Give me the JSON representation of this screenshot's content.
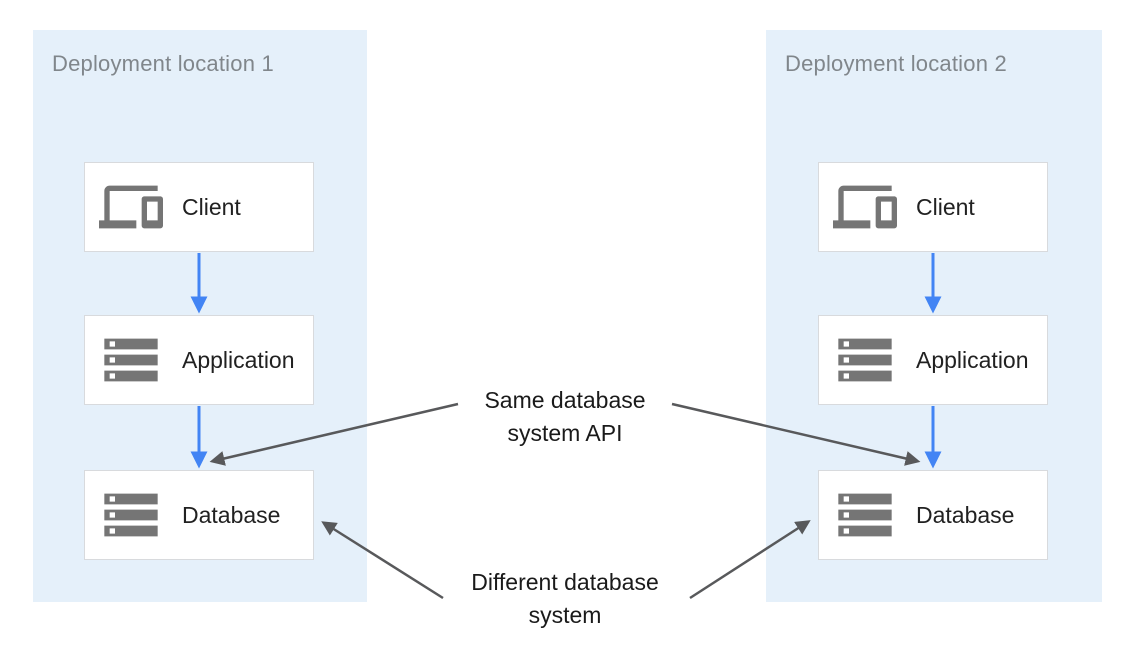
{
  "diagram": {
    "panels": [
      {
        "title": "Deployment location 1",
        "nodes": [
          {
            "label": "Client",
            "icon": "devices-icon"
          },
          {
            "label": "Application",
            "icon": "storage-icon"
          },
          {
            "label": "Database",
            "icon": "storage-icon"
          }
        ]
      },
      {
        "title": "Deployment location 2",
        "nodes": [
          {
            "label": "Client",
            "icon": "devices-icon"
          },
          {
            "label": "Application",
            "icon": "storage-icon"
          },
          {
            "label": "Database",
            "icon": "storage-icon"
          }
        ]
      }
    ],
    "annotations": [
      {
        "line1": "Same database",
        "line2": "system API"
      },
      {
        "line1": "Different database",
        "line2": "system"
      }
    ],
    "colors": {
      "panel_background": "#E5F0FA",
      "node_background": "#FFFFFF",
      "node_border": "#D8DADD",
      "icon_gray": "#757575",
      "node_label": "#212121",
      "panel_title": "#80868B",
      "flow_arrow_blue": "#4284F4",
      "annotation_arrow_gray": "#58595B",
      "annotation_text": "#1A1A1A"
    }
  }
}
